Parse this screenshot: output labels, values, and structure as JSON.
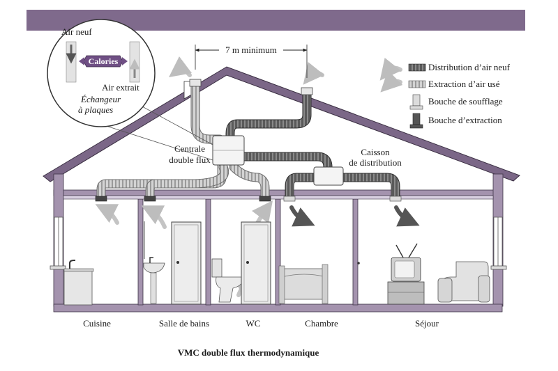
{
  "colors": {
    "band": "#7f6a8c",
    "roof": "#7b6787",
    "wall": "#9e8fa8",
    "duct_new": "#5e5e5e",
    "duct_used": "#c9c9c9",
    "arrow": "#bdbdbd",
    "calories": "#6f4f84"
  },
  "exchanger": {
    "air_neuf": "Air neuf",
    "calories": "Calories",
    "air_extrait": "Air extrait",
    "title_line1": "Échangeur",
    "title_line2": "à plaques"
  },
  "dimension": "7 m minimum",
  "labels": {
    "centrale_line1": "Centrale",
    "centrale_line2": "double flux",
    "caisson_line1": "Caisson",
    "caisson_line2": "de distribution"
  },
  "legend": [
    {
      "icon": "duct-new-icon",
      "label": "Distribution d’air neuf"
    },
    {
      "icon": "duct-used-icon",
      "label": "Extraction d’air usé"
    },
    {
      "icon": "supply-vent-icon",
      "label": "Bouche de soufflage"
    },
    {
      "icon": "extract-vent-icon",
      "label": "Bouche d’extraction"
    }
  ],
  "rooms": [
    "Cuisine",
    "Salle de bains",
    "WC",
    "Chambre",
    "Séjour"
  ],
  "caption": "VMC double flux thermodynamique"
}
